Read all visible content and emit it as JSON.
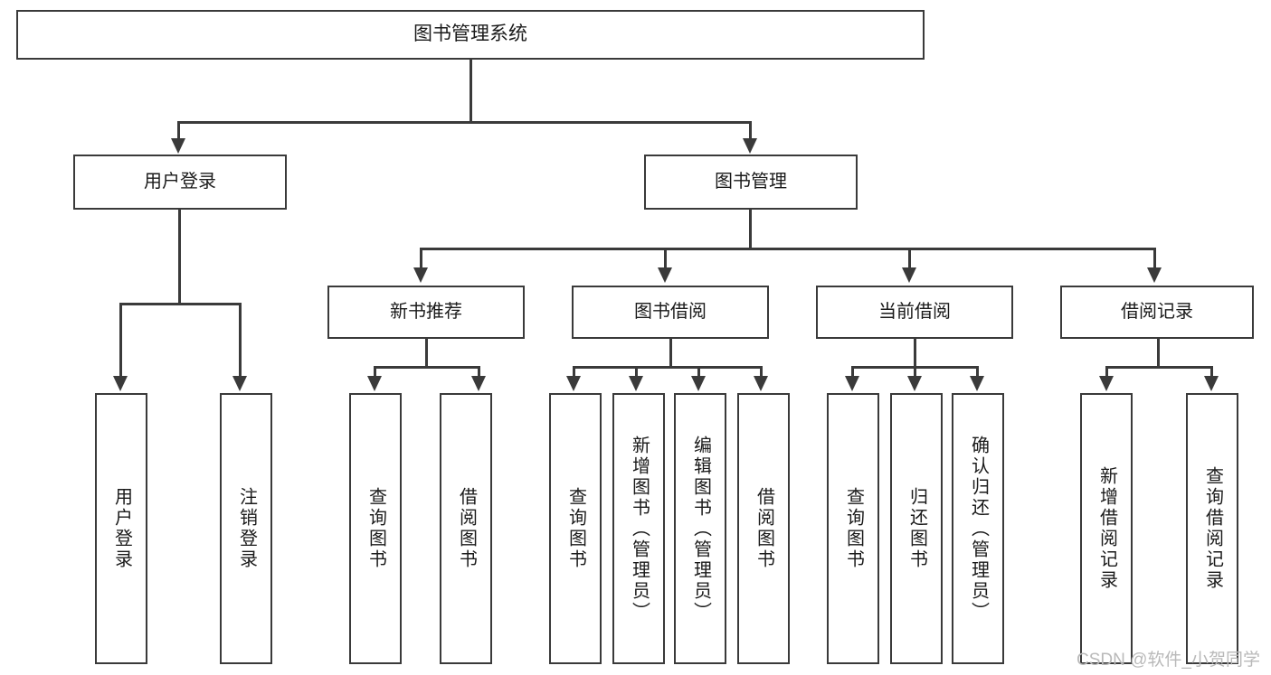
{
  "diagram": {
    "type": "tree-hierarchy-chart",
    "title": "图书管理系统",
    "root": {
      "label": "图书管理系统"
    },
    "level2": [
      {
        "label": "用户登录"
      },
      {
        "label": "图书管理"
      }
    ],
    "level3": [
      {
        "label": "新书推荐"
      },
      {
        "label": "图书借阅"
      },
      {
        "label": "当前借阅"
      },
      {
        "label": "借阅记录"
      }
    ],
    "leaves": {
      "user_login": [
        {
          "label": "用户登录"
        },
        {
          "label": "注销登录"
        }
      ],
      "new_book_recommend": [
        {
          "label": "查询图书"
        },
        {
          "label": "借阅图书"
        }
      ],
      "book_borrow": [
        {
          "label": "查询图书"
        },
        {
          "label": "新增图书（管理员）"
        },
        {
          "label": "编辑图书（管理员）"
        },
        {
          "label": "借阅图书"
        }
      ],
      "current_borrow": [
        {
          "label": "查询图书"
        },
        {
          "label": "归还图书"
        },
        {
          "label": "确认归还（管理员）"
        }
      ],
      "borrow_record": [
        {
          "label": "新增借阅记录"
        },
        {
          "label": "查询借阅记录"
        }
      ]
    }
  },
  "watermark": {
    "text": "CSDN @软件_小贺同学"
  },
  "colors": {
    "stroke": "#3a3a3a",
    "background": "#ffffff",
    "text": "#1a1a1a",
    "watermark": "#b9b9b9"
  }
}
